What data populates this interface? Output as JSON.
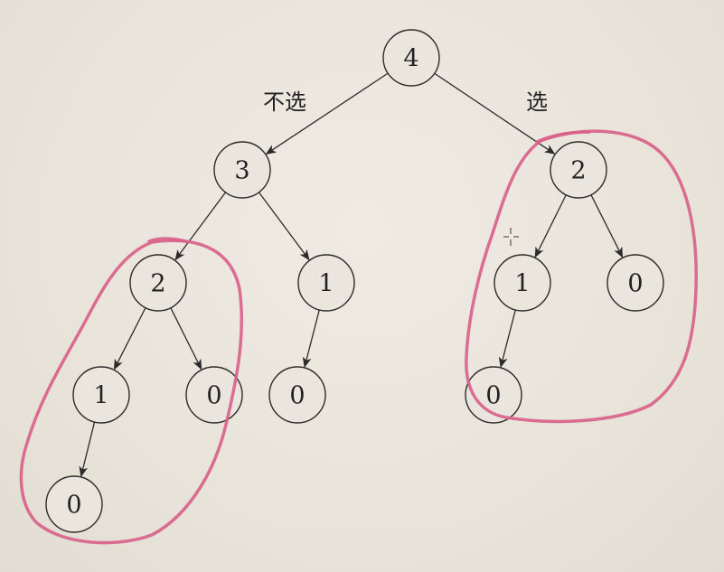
{
  "tree": {
    "nodes": [
      {
        "id": "n-root",
        "label": "4"
      },
      {
        "id": "n-l",
        "label": "3"
      },
      {
        "id": "n-r",
        "label": "2"
      },
      {
        "id": "n-ll",
        "label": "2"
      },
      {
        "id": "n-lr",
        "label": "1"
      },
      {
        "id": "n-lll",
        "label": "1"
      },
      {
        "id": "n-llr",
        "label": "0"
      },
      {
        "id": "n-llll",
        "label": "0"
      },
      {
        "id": "n-lrl",
        "label": "0"
      },
      {
        "id": "n-rl",
        "label": "1"
      },
      {
        "id": "n-rr",
        "label": "0"
      },
      {
        "id": "n-rll",
        "label": "0"
      }
    ],
    "edges": [
      {
        "from": "n-root",
        "to": "n-l"
      },
      {
        "from": "n-root",
        "to": "n-r"
      },
      {
        "from": "n-l",
        "to": "n-ll"
      },
      {
        "from": "n-l",
        "to": "n-lr"
      },
      {
        "from": "n-ll",
        "to": "n-lll"
      },
      {
        "from": "n-ll",
        "to": "n-llr"
      },
      {
        "from": "n-lll",
        "to": "n-llll"
      },
      {
        "from": "n-lr",
        "to": "n-lrl"
      },
      {
        "from": "n-r",
        "to": "n-rl"
      },
      {
        "from": "n-r",
        "to": "n-rr"
      },
      {
        "from": "n-rl",
        "to": "n-rll"
      }
    ],
    "edge_labels": {
      "left": "不选",
      "right": "选"
    }
  },
  "colors": {
    "highlight": "#d9628b",
    "ink": "#2b2b2b",
    "background": "#ebe6dd"
  }
}
